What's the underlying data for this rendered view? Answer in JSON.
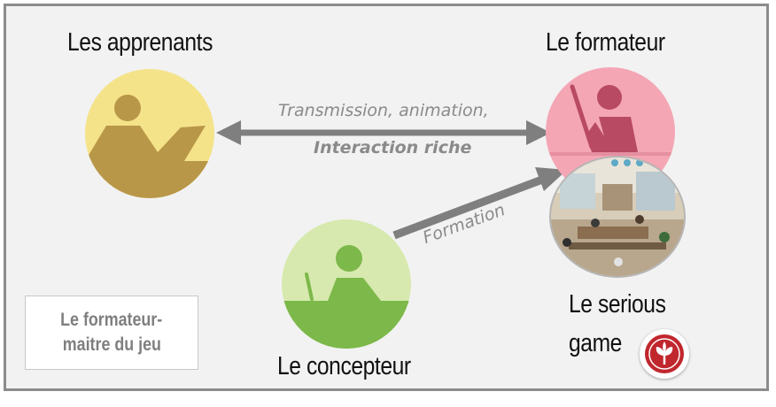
{
  "nodes": {
    "apprenants": {
      "label": "Les apprenants"
    },
    "formateur": {
      "label": "Le formateur"
    },
    "concepteur": {
      "label": "Le concepteur"
    },
    "serious_game": {
      "label_line1": "Le serious",
      "label_line2": "game"
    }
  },
  "edges": {
    "apprenants_formateur": {
      "line1": "Transmission, animation,",
      "line2": "Interaction riche"
    },
    "concepteur_formateur": {
      "label": "Formation"
    }
  },
  "legend": {
    "line1": "Le formateur-",
    "line2": "maitre du jeu"
  },
  "colors": {
    "apprenants_bg": "#f5e38a",
    "apprenants_fg": "#b99749",
    "formateur_bg": "#f4a6b5",
    "formateur_fg": "#b94a64",
    "concepteur_bg": "#d7e9ae",
    "concepteur_fg": "#7cb84a",
    "arrow": "#7f7f7f",
    "badge": "#c0272d"
  },
  "icons": [
    "learner-person-icon",
    "trainer-pointer-icon",
    "designer-person-icon",
    "serious-game-screenshot",
    "plant-logo-icon"
  ]
}
